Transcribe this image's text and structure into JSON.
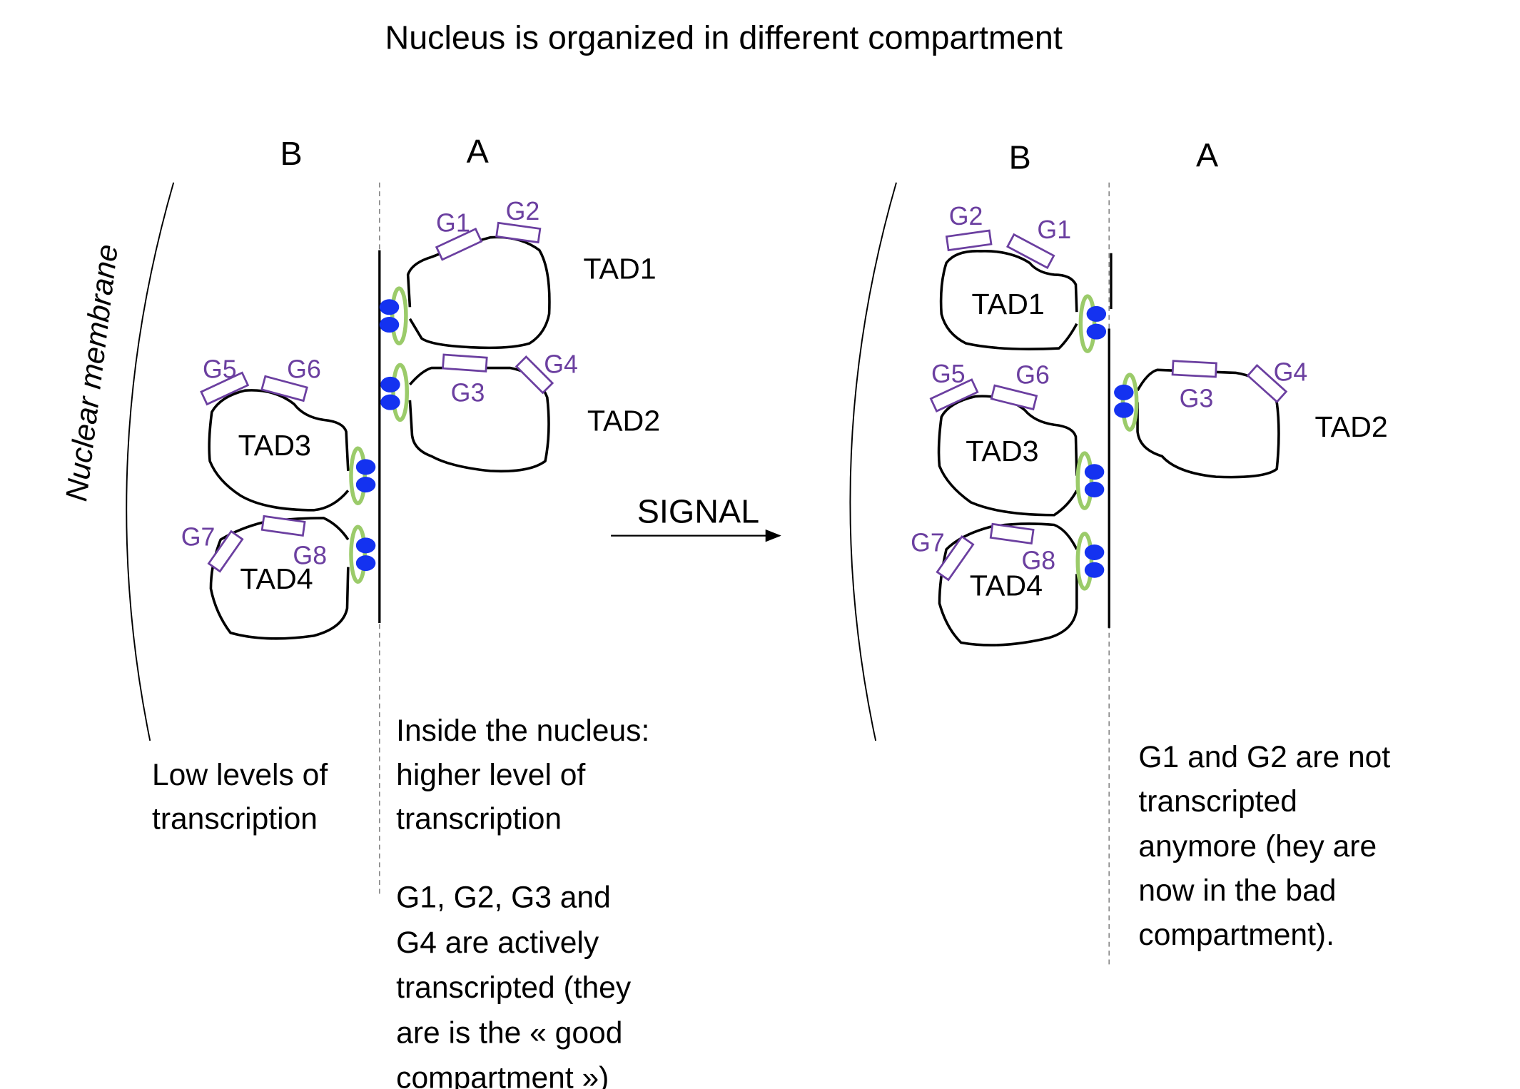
{
  "title": "Nucleus is organized in different compartment",
  "membrane_label": "Nuclear membrane",
  "signal_label": "SIGNAL",
  "colors": {
    "gene": "#6B3FA0",
    "cohesin_ring": "#9BCB6A",
    "ctcf": "#1432F0"
  },
  "before": {
    "compartment_b": "B",
    "compartment_a": "A",
    "tads": [
      "TAD1",
      "TAD2",
      "TAD3",
      "TAD4"
    ],
    "genes": [
      "G1",
      "G2",
      "G3",
      "G4",
      "G5",
      "G6",
      "G7",
      "G8"
    ],
    "text_b": [
      "Low levels of",
      "transcription"
    ],
    "text_a": [
      "Inside the nucleus:",
      "higher level of",
      "transcription"
    ],
    "text_a2": [
      "G1, G2, G3 and",
      "G4 are actively",
      "transcripted (they",
      "are is the « good",
      "compartment »)"
    ]
  },
  "after": {
    "compartment_b": "B",
    "compartment_a": "A",
    "tads": [
      "TAD1",
      "TAD2",
      "TAD3",
      "TAD4"
    ],
    "genes": [
      "G1",
      "G2",
      "G3",
      "G4",
      "G5",
      "G6",
      "G7",
      "G8"
    ],
    "text": [
      "G1 and G2 are not",
      "transcripted",
      "anymore (hey are",
      "now in the bad",
      "compartment)."
    ]
  }
}
